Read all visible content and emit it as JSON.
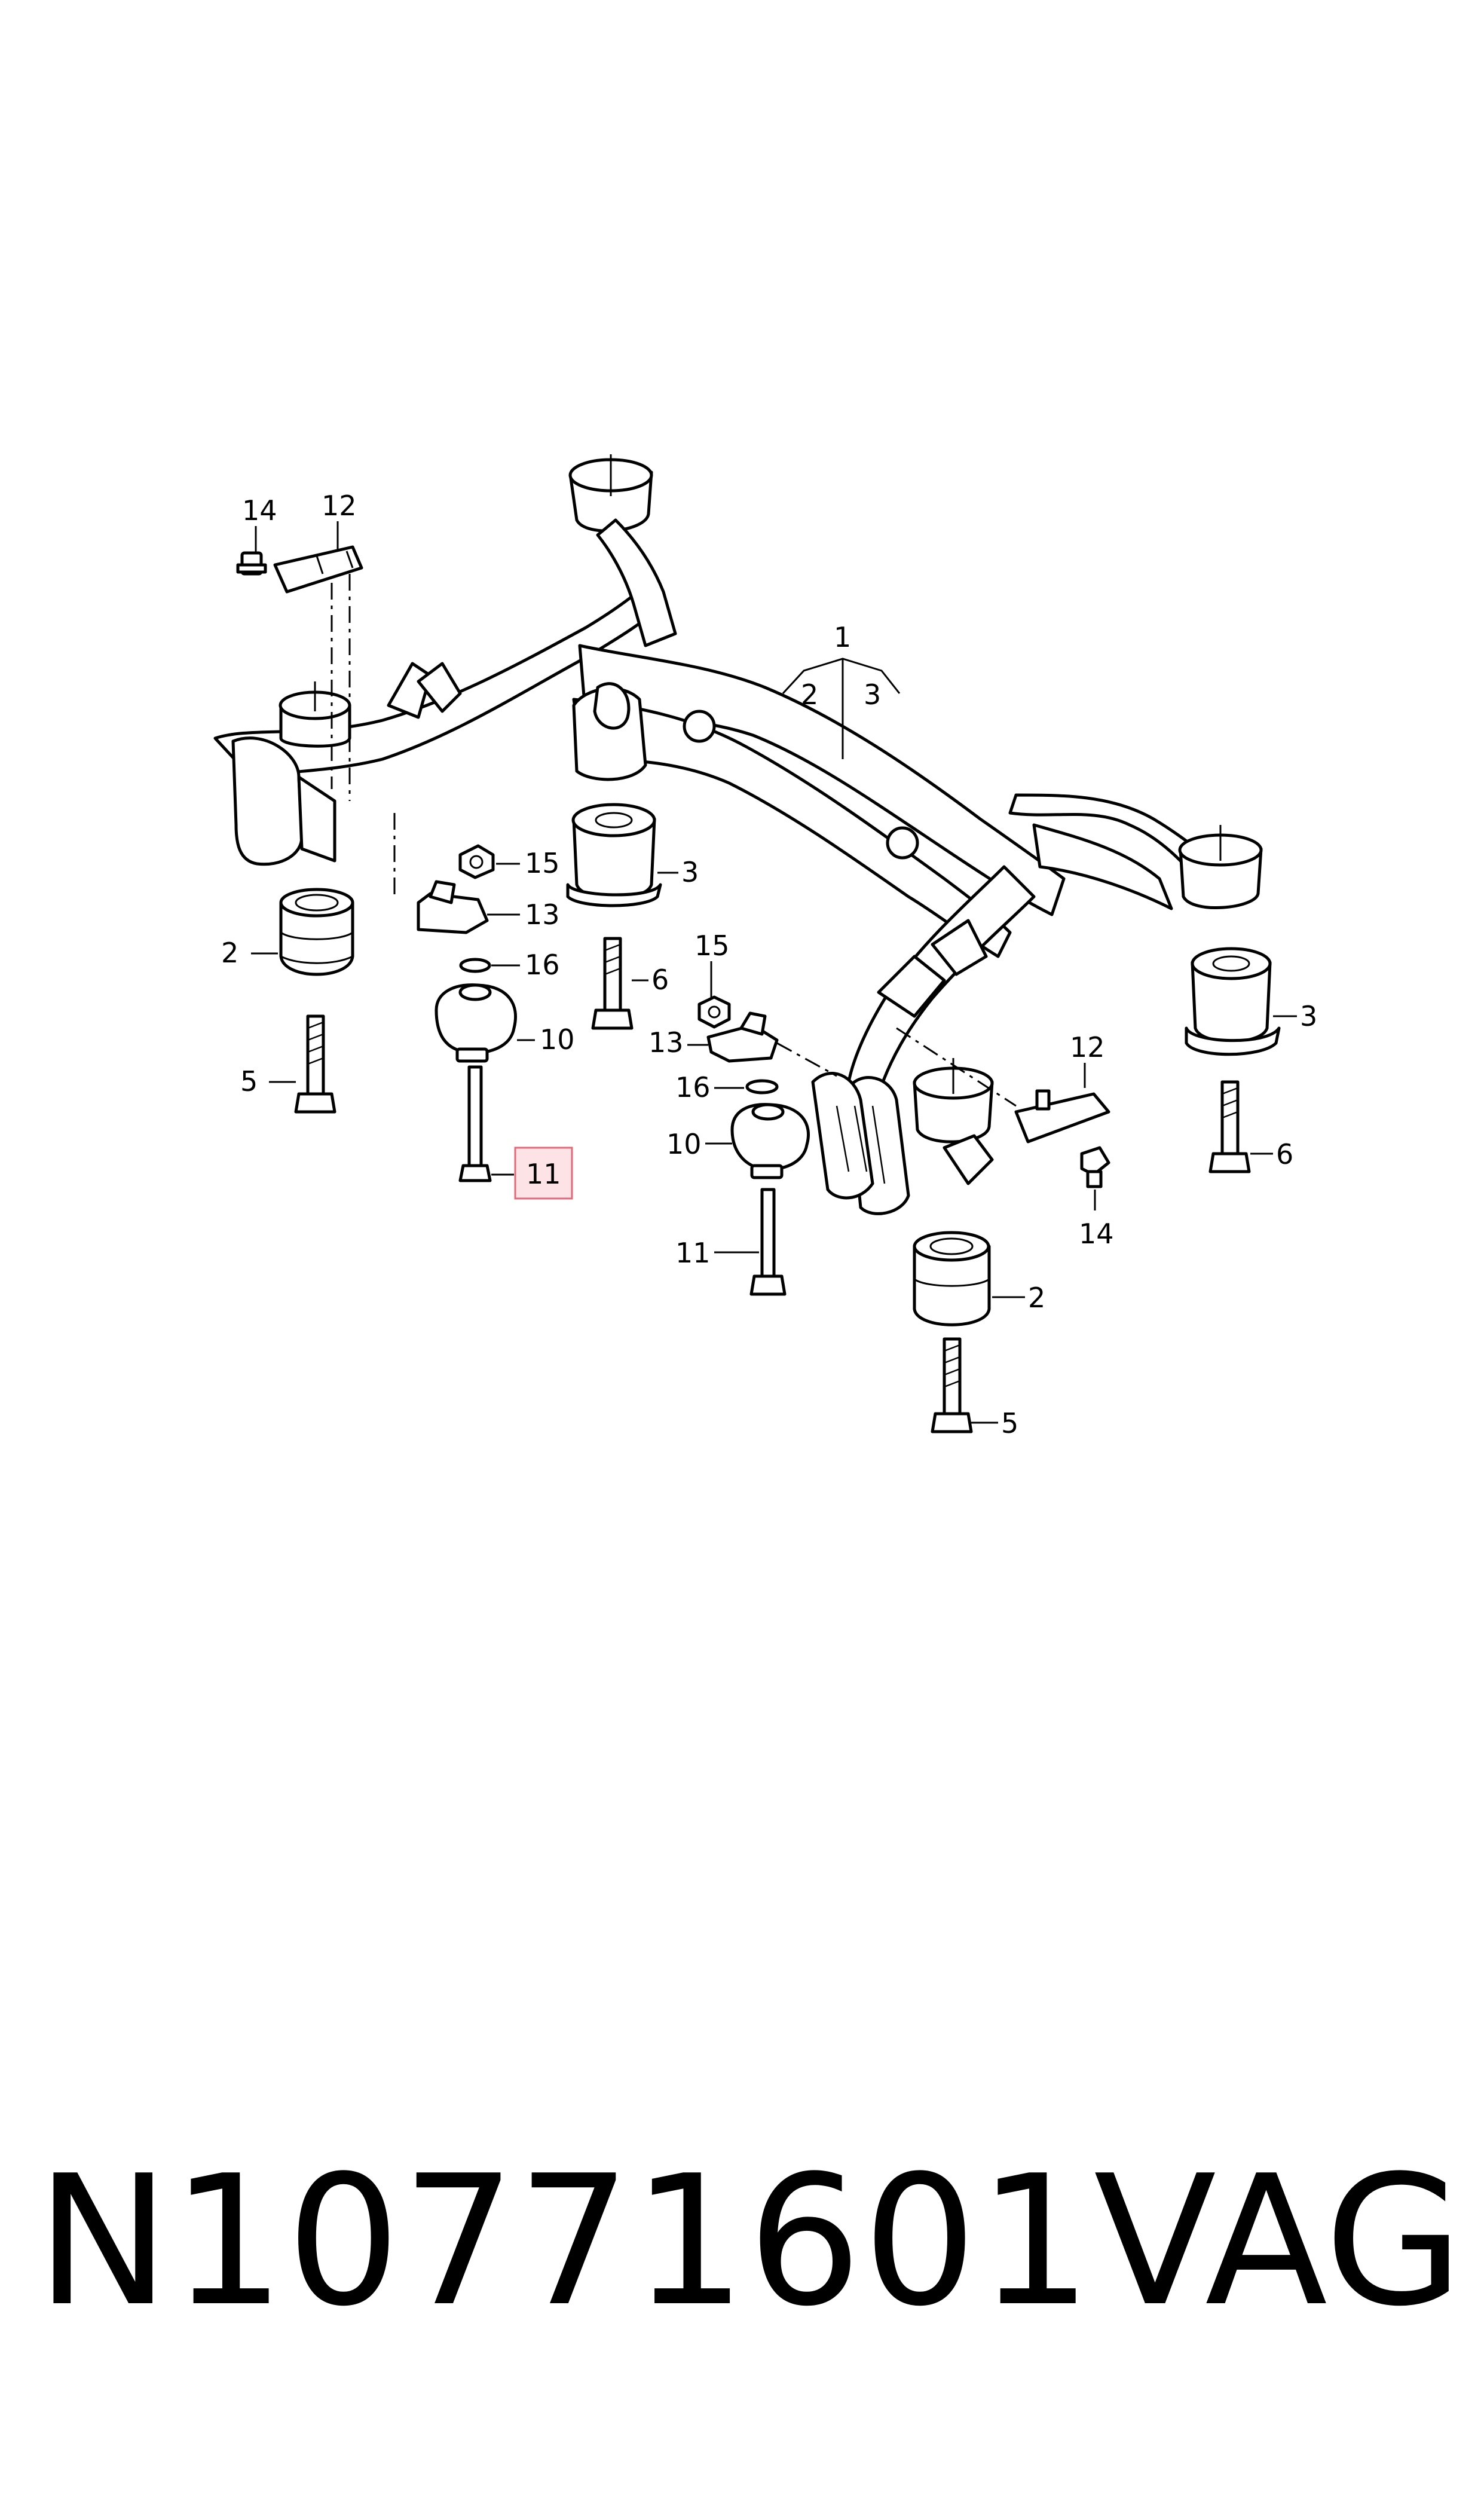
{
  "labels": {
    "l1": "1",
    "l2a": "2",
    "l3a": "3",
    "l14_left": "14",
    "l12_left": "12",
    "l15_left": "15",
    "l13_left": "13",
    "l16_left": "16",
    "l3_center": "3",
    "l2_left": "2",
    "l6_center": "6",
    "l10_left": "10",
    "l5_left": "5",
    "l11_left": "11",
    "l15_mid": "15",
    "l13_mid": "13",
    "l16_mid": "16",
    "l10_mid": "10",
    "l11_mid": "11",
    "l12_right": "12",
    "l14_right": "14",
    "l3_right": "3",
    "l6_right": "6",
    "l2_right": "2",
    "l5_right": "5"
  },
  "footer": {
    "code": "N10771601",
    "brand": "VAG"
  },
  "colors": {
    "line": "#000000",
    "highlight_fill": "#fde3e6",
    "highlight_border": "#e06a7a"
  }
}
